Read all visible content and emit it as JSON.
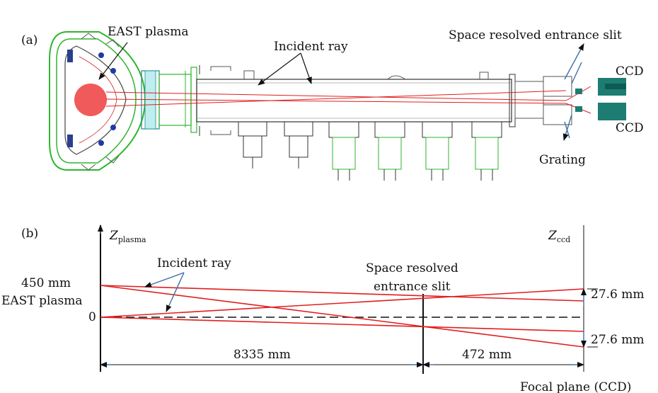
{
  "panel_a": {
    "tag": "(a)",
    "plasma_label": "EAST plasma",
    "ray_label": "Incident ray",
    "slit_label": "Space resolved entrance slit",
    "ccd_top": "CCD",
    "ccd_bottom": "CCD",
    "grating_label": "Grating"
  },
  "panel_b": {
    "tag": "(b)",
    "z_plasma": "Z",
    "z_plasma_sub": "plasma",
    "z_ccd": "Z",
    "z_ccd_sub": "ccd",
    "ray_label": "Incident ray",
    "slit_label_line1": "Space resolved",
    "slit_label_line2": "entrance slit",
    "y450": "450 mm",
    "plasma_label": "EAST plasma",
    "y0": "0",
    "dist_1": "8335 mm",
    "dist_2": "472 mm",
    "ccd_up": "27.6 mm",
    "ccd_down": "27.6 mm",
    "focal_label": "Focal plane (CCD)"
  },
  "colors": {
    "ray": "#e01f1f",
    "plasma": "#f05a5a",
    "vessel_green": "#2fb52f",
    "detector_teal": "#1d7d72",
    "arrow_blue": "#3f6fa8"
  }
}
